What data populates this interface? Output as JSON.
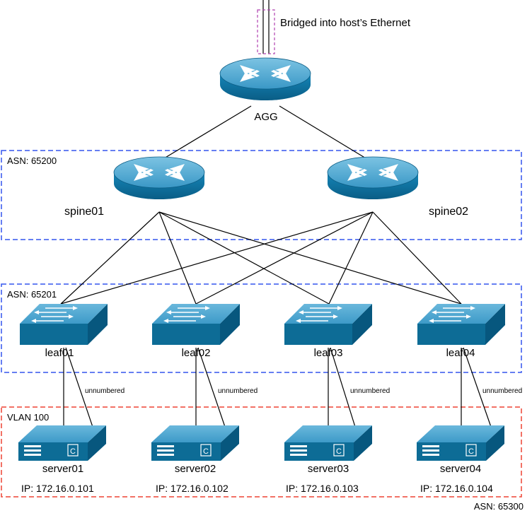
{
  "header_note": "Bridged into host’s Ethernet",
  "agg": {
    "label": "AGG"
  },
  "zones": {
    "spine_asn": "ASN: 65200",
    "leaf_asn": "ASN: 65201",
    "server_vlan": "VLAN 100",
    "server_asn": "ASN: 65300"
  },
  "spines": [
    {
      "label": "spine01"
    },
    {
      "label": "spine02"
    }
  ],
  "leaves": [
    {
      "label": "leaf01",
      "link_label": "unnumbered"
    },
    {
      "label": "leaf02",
      "link_label": "unnumbered"
    },
    {
      "label": "leaf03",
      "link_label": "unnumbered"
    },
    {
      "label": "leaf04",
      "link_label": "unnumbered"
    }
  ],
  "servers": [
    {
      "label": "server01",
      "ip": "IP: 172.16.0.101"
    },
    {
      "label": "server02",
      "ip": "IP: 172.16.0.102"
    },
    {
      "label": "server03",
      "ip": "IP: 172.16.0.103"
    },
    {
      "label": "server04",
      "ip": "IP: 172.16.0.104"
    }
  ],
  "colors": {
    "device_top": "#5fb0d6",
    "device_side": "#0d6c96",
    "device_dark": "#075a80",
    "spine_zone": "#3355ee",
    "leaf_zone": "#3355ee",
    "server_zone": "#ee4433",
    "bridge": "#b044b0"
  }
}
